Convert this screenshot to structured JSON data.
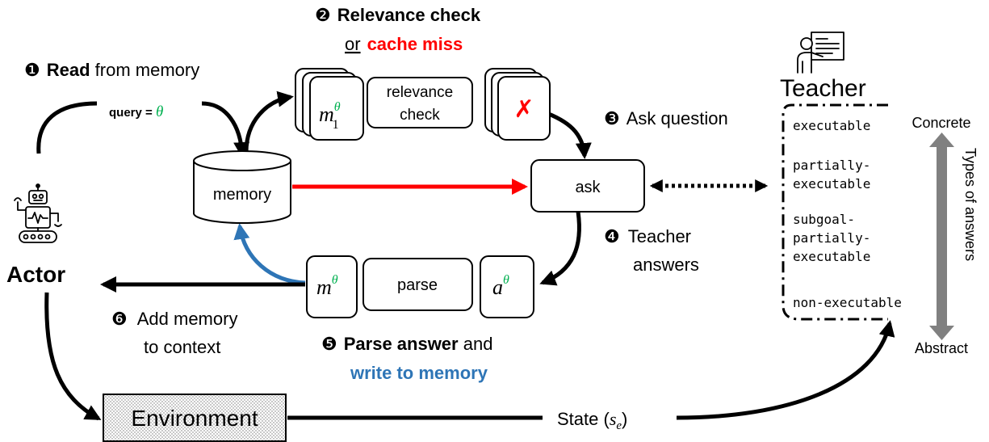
{
  "steps": {
    "s1": {
      "num": "❶",
      "bold": "Read",
      "rest": " from memory"
    },
    "s2": {
      "num": "❷",
      "bold": "Relevance check",
      "or": "or",
      "miss": "cache miss"
    },
    "s3": {
      "num": "❸",
      "text": "Ask question"
    },
    "s4": {
      "num": "❹",
      "line1": "Teacher",
      "line2": "answers"
    },
    "s5": {
      "num": "❺",
      "bold": "Parse answer",
      "rest": " and",
      "write": "write to memory"
    },
    "s6": {
      "num": "❻",
      "line1": "Add memory",
      "line2": "to context"
    }
  },
  "query": {
    "prefix": "query = ",
    "theta": "θ"
  },
  "nodes": {
    "memory": "memory",
    "relevance_line1": "relevance",
    "relevance_line2": "check",
    "ask": "ask",
    "parse": "parse",
    "cross": "✗",
    "m_letter": "m",
    "a_letter": "a",
    "theta": "θ",
    "subscript_one": "1",
    "environment": "Environment"
  },
  "actor": {
    "label": "Actor",
    "icon": "robot-icon"
  },
  "teacher": {
    "label": "Teacher",
    "icon": "teacher-icon"
  },
  "answer_types": [
    "executable",
    "partially-\nexecutable",
    "subgoal-\npartially-\nexecutable",
    "non-executable"
  ],
  "scale": {
    "top": "Concrete",
    "bottom": "Abstract",
    "axis": "Types of answers"
  },
  "state": {
    "text": "State (",
    "s": "s",
    "sub": "e",
    "close": ")"
  },
  "colors": {
    "red": "#ff0000",
    "blue": "#2e75b6",
    "green": "#00b050",
    "black": "#000000",
    "gray": "#808080"
  }
}
